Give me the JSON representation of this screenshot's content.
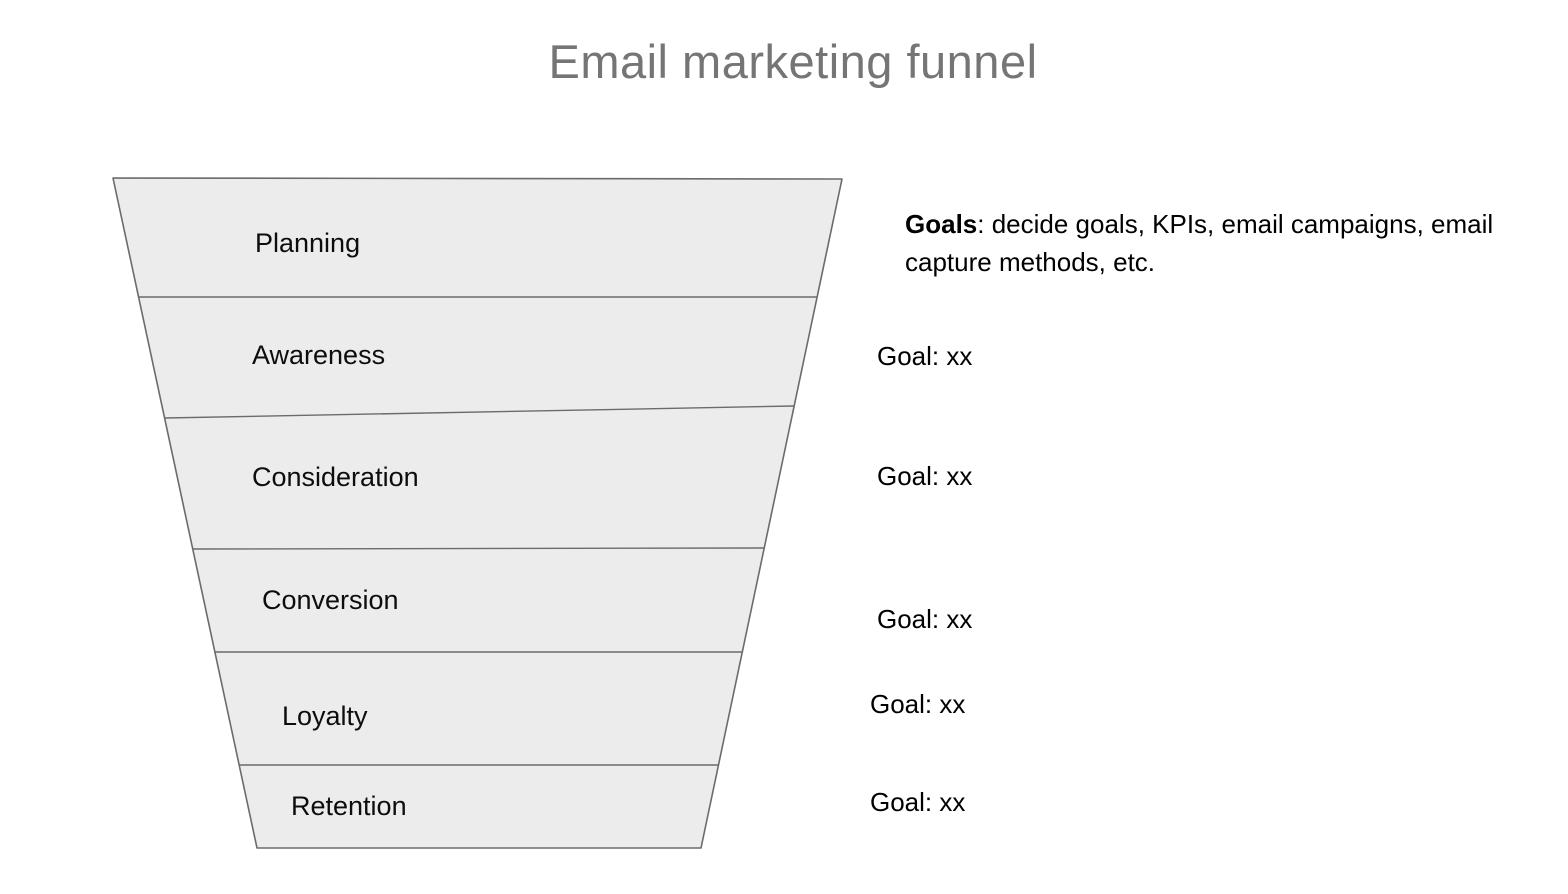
{
  "page": {
    "title": "Email marketing funnel"
  },
  "colors": {
    "background": "#ffffff",
    "title_text": "#757575",
    "funnel_fill": "#ececec",
    "funnel_stroke": "#6b6b6b",
    "body_text": "#000000"
  },
  "funnel": {
    "stages": [
      {
        "label": "Planning"
      },
      {
        "label": "Awareness"
      },
      {
        "label": "Consideration"
      },
      {
        "label": "Conversion"
      },
      {
        "label": "Loyalty"
      },
      {
        "label": "Retention"
      }
    ]
  },
  "annotations": {
    "goals_note": {
      "lead": "Goals",
      "rest": ": decide goals, KPIs, email campaigns, email capture methods, etc."
    },
    "stage_goals": [
      "Goal: xx",
      "Goal: xx",
      "Goal: xx",
      "Goal: xx",
      "Goal: xx"
    ]
  }
}
